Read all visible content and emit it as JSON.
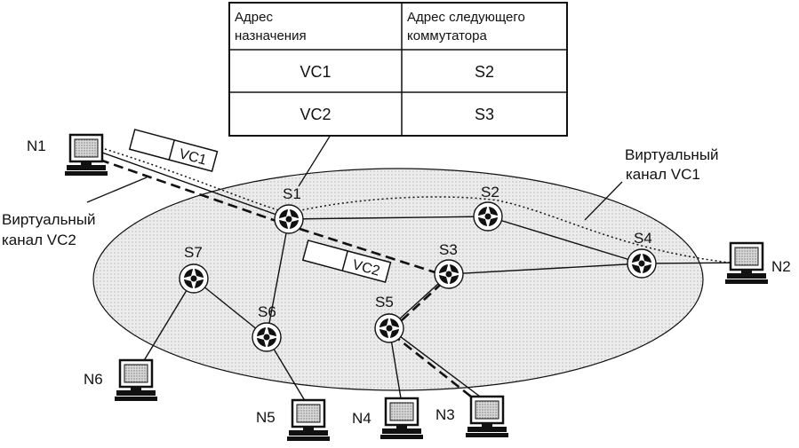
{
  "routing_table": {
    "header_destination_line1": "Адрес",
    "header_destination_line2": "назначения",
    "header_next_line1": "Адрес следующего",
    "header_next_line2": "коммутатора",
    "rows": [
      {
        "destination": "VC1",
        "next": "S2"
      },
      {
        "destination": "VC2",
        "next": "S3"
      }
    ]
  },
  "switches": {
    "s1": "S1",
    "s2": "S2",
    "s3": "S3",
    "s4": "S4",
    "s5": "S5",
    "s6": "S6",
    "s7": "S7"
  },
  "nodes": {
    "n1": "N1",
    "n2": "N2",
    "n3": "N3",
    "n4": "N4",
    "n5": "N5",
    "n6": "N6"
  },
  "virtual_channels": {
    "vc1_line1": "Виртуальный",
    "vc1_line2": "канал VC1",
    "vc2_line1": "Виртуальный",
    "vc2_line2": "канал VC2"
  },
  "packets": {
    "packet1": "VC1",
    "packet2": "VC2"
  }
}
